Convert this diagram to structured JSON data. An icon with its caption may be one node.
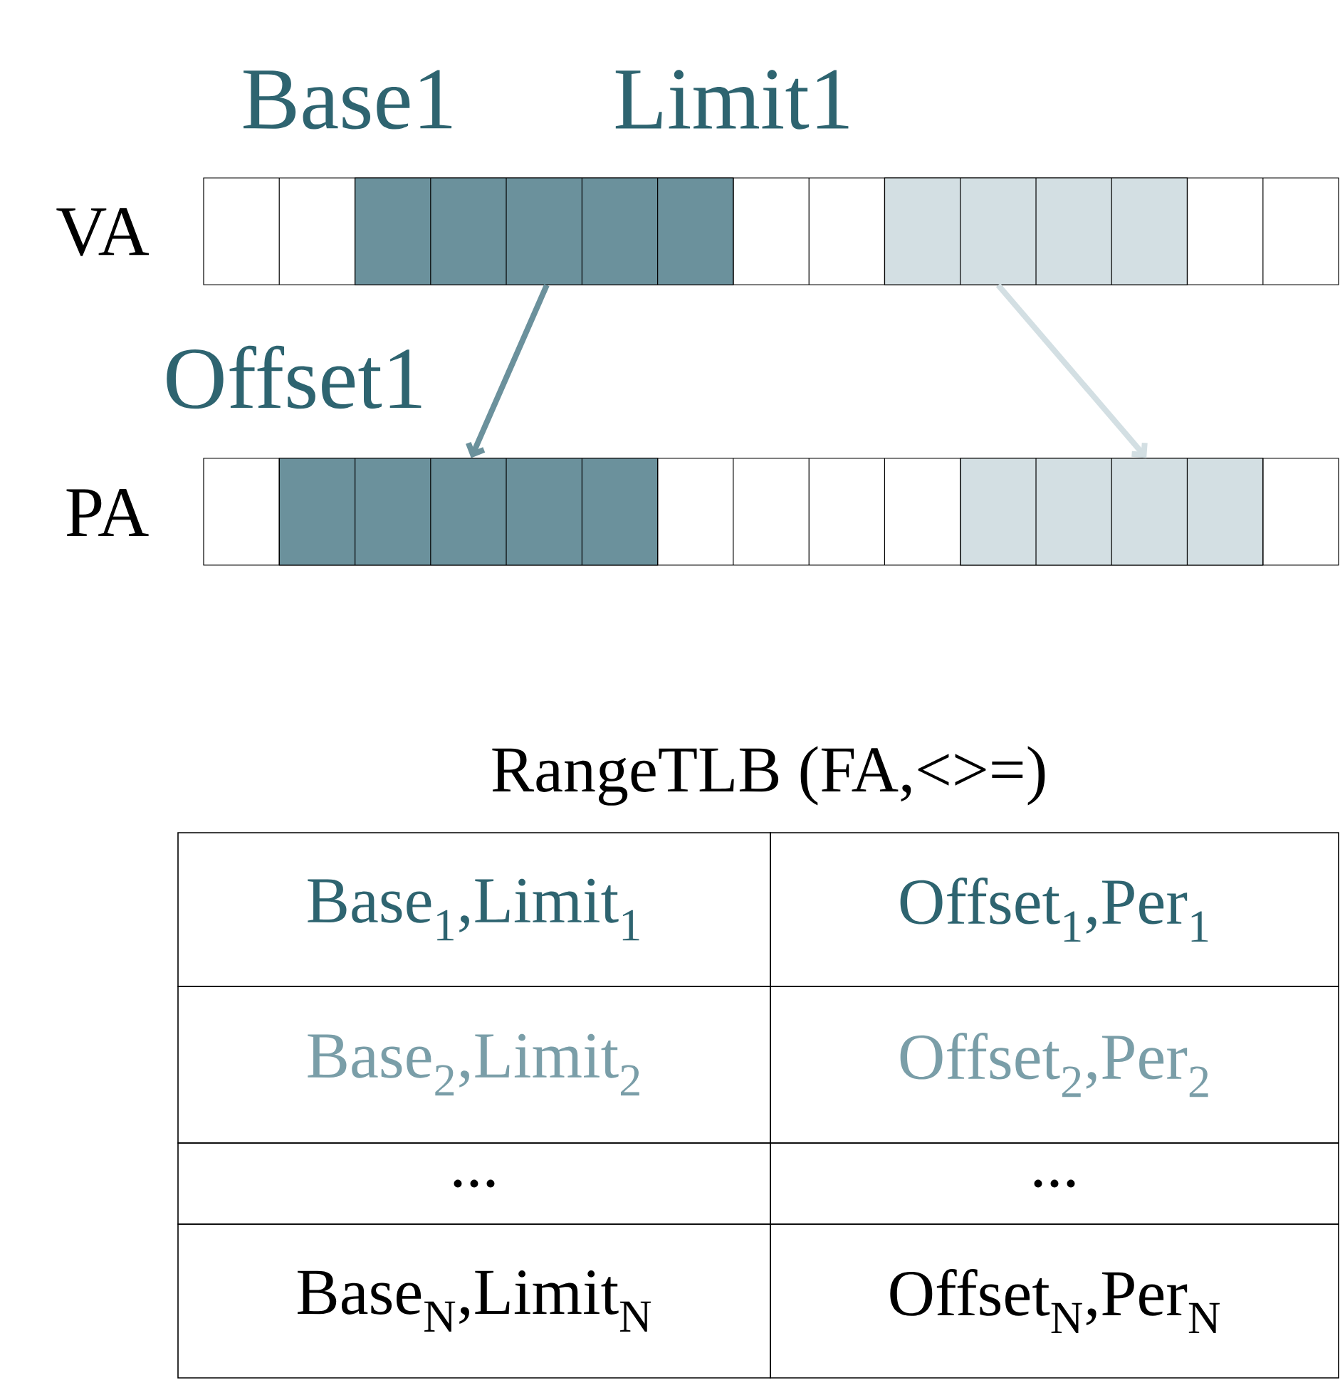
{
  "diagram": {
    "nodes": [
      {
        "text": [],
        "shape": "box"
      },
      {
        "text": [],
        "shape": "box"
      },
      {
        "text": [],
        "shape": "box"
      },
      {
        "text": [],
        "shape": "box"
      }
    ],
    "edges": [
      {
        "from": 0,
        "to": 2,
        "arrow": "to",
        "color": "#6b919c"
      },
      {
        "from": 1,
        "to": 3,
        "arrow": "to",
        "color": "#d3dfe3"
      }
    ],
    "labels": [
      "Base1",
      "Limit1",
      "VA",
      "Offset1",
      "PA",
      "RangeTLB (FA,<>=)",
      "Base$_{1}$,Limit$_{1}$",
      "Offset$_{1}$,Per$_{1}$",
      "Base$_{2}$,Limit$_{2}$",
      "Offset$_{2}$,Per$_{2}$",
      "...",
      "...",
      "Base$_{N}$,Limit$_{N}$",
      "Offset$_{N}$,Per$_{N}$"
    ]
  }
}
